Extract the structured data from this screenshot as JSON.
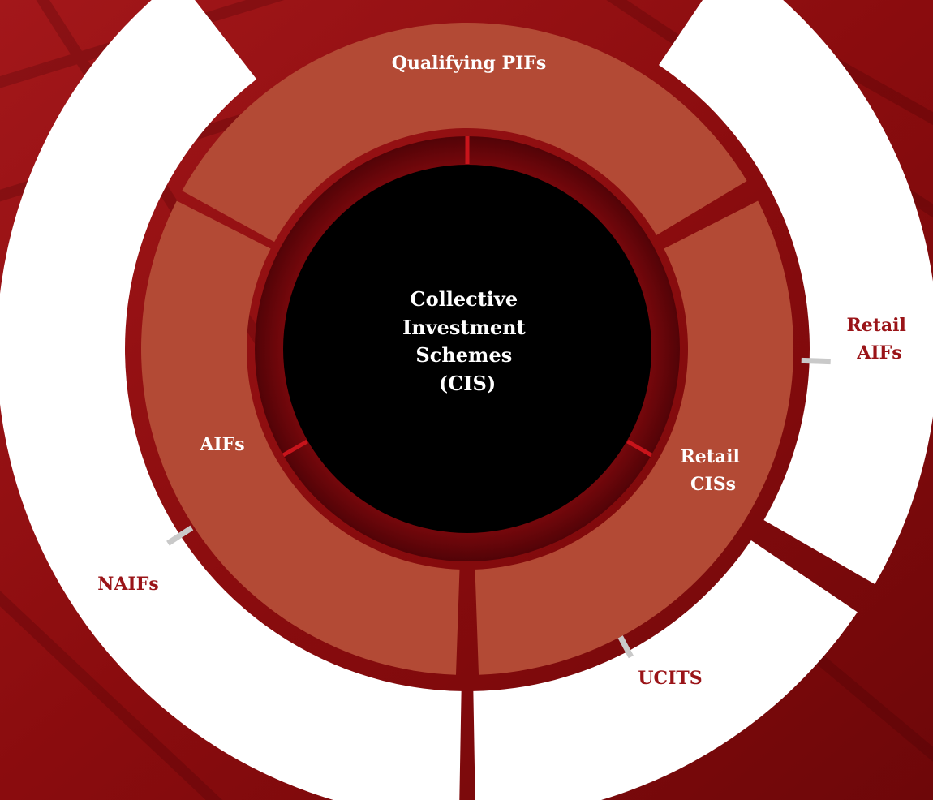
{
  "center": {
    "lines": [
      "Collective",
      "Investment",
      "Schemes",
      "(CIS)"
    ]
  },
  "middle_ring": {
    "segments": [
      {
        "label_lines": [
          "Qualifying PIFs"
        ]
      },
      {
        "label_lines": [
          "Retail",
          "CISs"
        ]
      },
      {
        "label_lines": [
          "AIFs"
        ]
      }
    ]
  },
  "outer_ring": {
    "segments": [
      {
        "label_lines": [
          "Retail",
          "AIFs"
        ]
      },
      {
        "label_lines": [
          "UCITS"
        ]
      },
      {
        "label_lines": [
          "NAIFs"
        ]
      }
    ]
  },
  "colors": {
    "background": "#8a0c0e",
    "middle_fill": "#b34a35",
    "outer_fill": "#ffffff",
    "center_fill": "#000000",
    "dark_label": "#9a1418",
    "light_label": "#ffffff",
    "inner_band": "#5c0508",
    "divider": "#c9c9c9"
  }
}
